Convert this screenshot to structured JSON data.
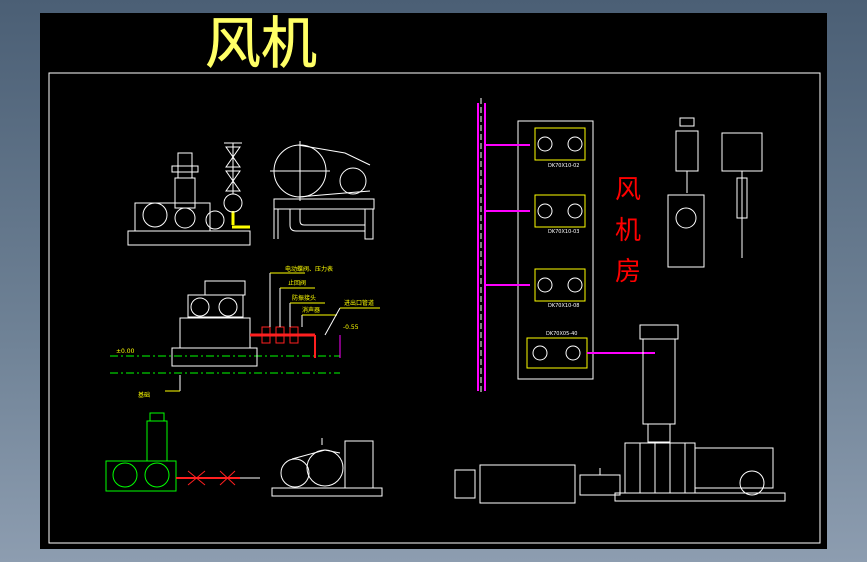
{
  "drawing": {
    "title": "风机",
    "room_label_chars": [
      "风",
      "机",
      "房"
    ],
    "unit_labels": [
      "DK70X10-02",
      "DK70X10-03",
      "DK70X10-08",
      "DK70X05-40"
    ],
    "callouts": [
      "电动蝶阀、压力表",
      "止回阀",
      "防振接头",
      "消声器",
      "进出口管道",
      "基础"
    ],
    "elevation_labels": [
      "±0.00",
      "-0.55"
    ]
  },
  "colors": {
    "background": "#000000",
    "line": "#ffffff",
    "title": "#ffff66",
    "room_label": "#ff0000",
    "pipe": "#ff00ff",
    "accent_green": "#00ff00",
    "accent_yellow": "#ffff00",
    "accent_red": "#ff2020"
  }
}
